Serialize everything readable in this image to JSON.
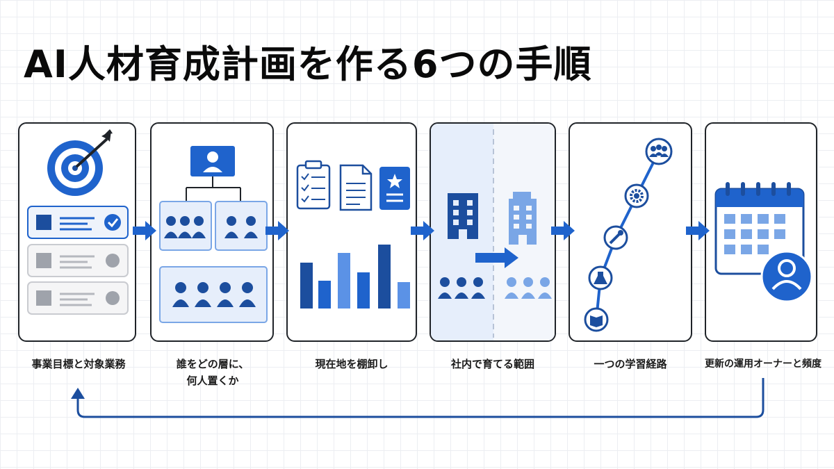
{
  "title": "AI人材育成計画を作る6つの手順",
  "steps": [
    {
      "label": "事業目標と対象業務"
    },
    {
      "label_line1": "誰をどの層に、",
      "label_line2": "何人置くか"
    },
    {
      "label": "現在地を棚卸し"
    },
    {
      "label": "社内で育てる範囲"
    },
    {
      "label": "一つの学習経路"
    },
    {
      "label": "更新の運用オーナーと頻度"
    }
  ],
  "icons": {
    "step1": [
      "target-icon",
      "arrow-icon",
      "checklist-row-icon",
      "check-icon"
    ],
    "step2": [
      "person-icon",
      "org-chart-icon",
      "people-group-icon"
    ],
    "step3": [
      "clipboard-checklist-icon",
      "document-icon",
      "badge-star-icon",
      "bar-chart-icon"
    ],
    "step4": [
      "building-icon",
      "right-arrow-icon",
      "people-group-icon"
    ],
    "step5": [
      "team-icon",
      "gear-icon",
      "wrench-icon",
      "flask-icon",
      "book-icon"
    ],
    "step6": [
      "calendar-icon",
      "person-icon"
    ]
  },
  "colors": {
    "primary": "#1c4e9e",
    "accent": "#1f63cc",
    "light": "#7aa6e6",
    "border": "#1f2328"
  }
}
